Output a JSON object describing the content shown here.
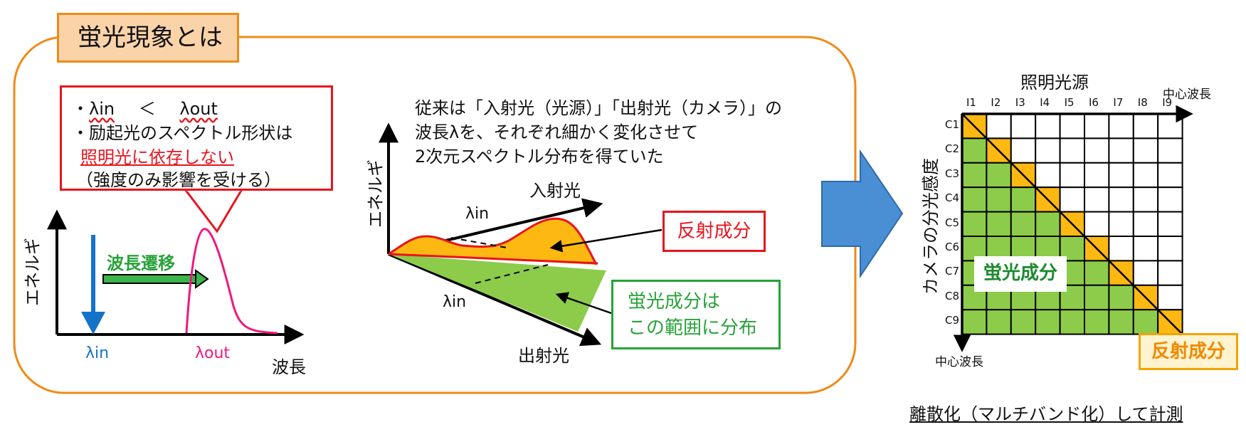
{
  "colors": {
    "orange_frame": "#f08a18",
    "title_fill": "#fbd3a9",
    "red": "#e8141e",
    "green_fill": "#8ccc4a",
    "green_text": "#27a33a",
    "orange_fill": "#fdb812",
    "blue": "#1473c8",
    "pink": "#f0187c",
    "big_arrow": "#4a8fd4"
  },
  "panel_title": "蛍光現象とは",
  "left_note": {
    "line1_bullet": "・",
    "lambda_in": "λin",
    "less_than": "＜",
    "lambda_out": "λout",
    "line2": "・励起光のスペクトル形状は",
    "line3_red": "照明光に依存しない",
    "line4": "（強度のみ影響を受ける）"
  },
  "left_graph": {
    "y_label": "エネルギ",
    "shift_label": "波長遷移",
    "x_lambda_in": "λin",
    "x_lambda_out": "λout",
    "x_label": "波長"
  },
  "middle": {
    "text_line1": "従来は「入射光（光源）」「出射光（カメラ）」の",
    "text_line2": "波長λを、それぞれ細かく変化させて",
    "text_line3": "2次元スペクトル分布を得ていた",
    "y_label": "エネルギ",
    "incident_label": "入射光",
    "lambda_in_upper": "λin",
    "lambda_in_lower": "λin",
    "emission_label": "出射光",
    "reflection_tag": "反射成分",
    "fluor_tag_line1": "蛍光成分は",
    "fluor_tag_line2": "この範囲に分布"
  },
  "matrix": {
    "top_label": "照明光源",
    "top_right": "中心波長",
    "left_label": "カメラの分光感度",
    "bottom_left": "中心波長",
    "cols": [
      "I1",
      "I2",
      "I3",
      "I4",
      "I5",
      "I6",
      "I7",
      "I8",
      "I9"
    ],
    "rows": [
      "C1",
      "C2",
      "C3",
      "C4",
      "C5",
      "C6",
      "C7",
      "C8",
      "C9"
    ],
    "fluor_label": "蛍光成分",
    "reflection_label": "反射成分",
    "caption": "離散化（マルチバンド化）して計測"
  }
}
